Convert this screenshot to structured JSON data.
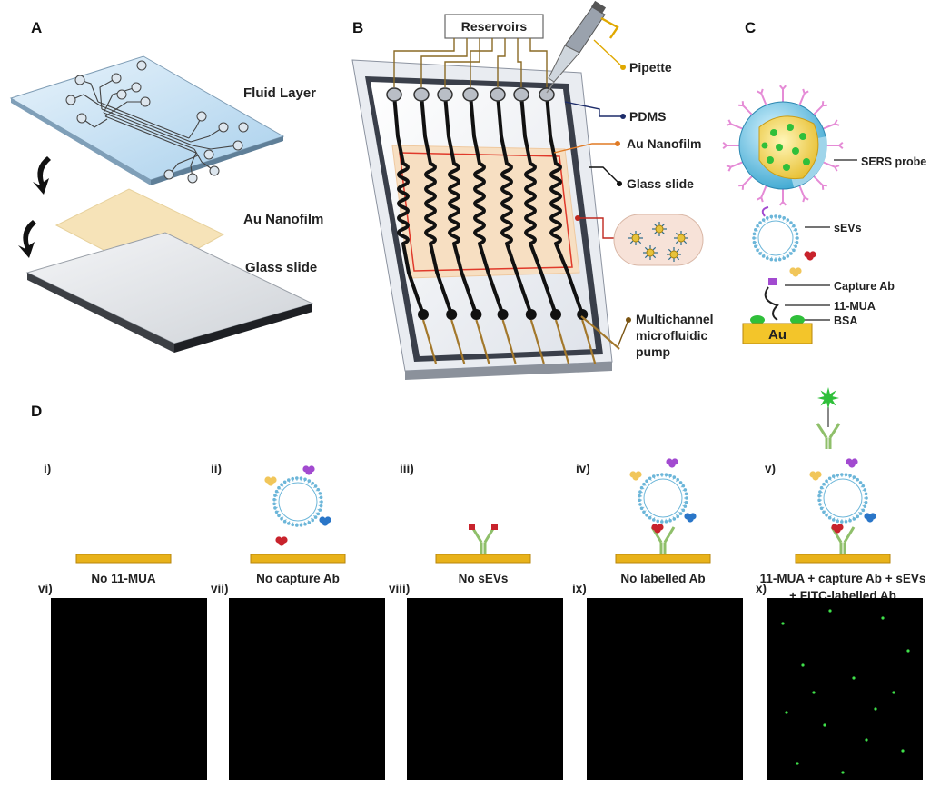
{
  "panels": {
    "a": {
      "letter": "A",
      "fluid_layer": "Fluid Layer",
      "au_nanofilm": "Au Nanofilm",
      "glass_slide": "Glass slide"
    },
    "b": {
      "letter": "B",
      "reservoirs": "Reservoirs",
      "pipette": "Pipette",
      "pdms": "PDMS",
      "au_nanofilm": "Au Nanofilm",
      "glass_slide": "Glass slide",
      "pump_line1": "Multichannel",
      "pump_line2": "microfluidic",
      "pump_line3": "pump"
    },
    "c": {
      "letter": "C",
      "sers_probe": "SERS probe",
      "sevs": "sEVs",
      "capture_ab": "Capture Ab",
      "mua": "11-MUA",
      "bsa": "BSA",
      "au": "Au"
    },
    "d": {
      "letter": "D",
      "conditions": [
        {
          "roman": "i)",
          "caption": "No 11-MUA"
        },
        {
          "roman": "ii)",
          "caption": "No capture Ab"
        },
        {
          "roman": "iii)",
          "caption": "No sEVs"
        },
        {
          "roman": "iv)",
          "caption": "No labelled Ab"
        },
        {
          "roman": "v)",
          "caption": "11-MUA + capture Ab + sEVs",
          "caption2": "+ FITC-labelled Ab"
        }
      ],
      "images": [
        {
          "roman": "vi)"
        },
        {
          "roman": "vii)"
        },
        {
          "roman": "viii)"
        },
        {
          "roman": "ix)"
        },
        {
          "roman": "x)"
        }
      ]
    }
  },
  "colors": {
    "gold": "#e8b21a",
    "gold_edge": "#b7860c",
    "fluor": "#3fe04a",
    "ab_green": "#8fbf6a",
    "lipid": "#6cb6d9"
  }
}
